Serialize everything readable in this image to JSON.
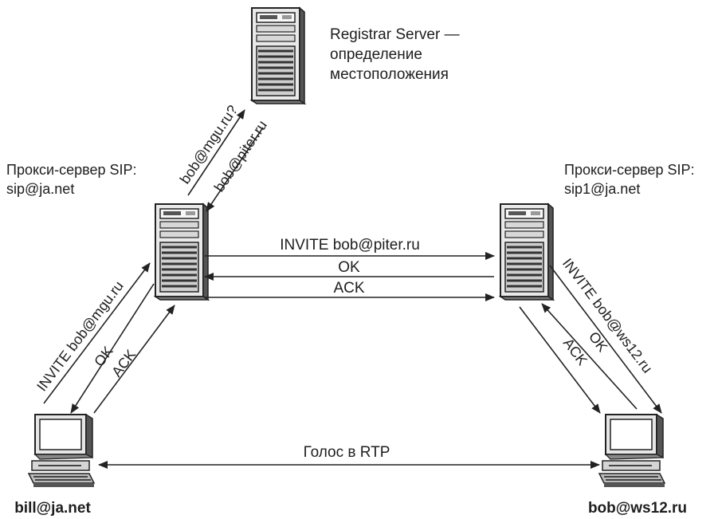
{
  "registrar": {
    "title": "Registrar Server —",
    "line2": "определение",
    "line3": "местоположения"
  },
  "proxy_left": {
    "line1": "Прокси-сервер SIP:",
    "line2": "sip@ja.net"
  },
  "proxy_right": {
    "line1": "Прокси-сервер SIP:",
    "line2": "sip1@ja.net"
  },
  "messages": {
    "query": "bob@mgu.ru?",
    "reply": "bob@piter.ru",
    "invite_proxy": "INVITE bob@piter.ru",
    "ok_proxy": "OK",
    "ack_proxy": "ACK",
    "invite_left": "INVITE bob@mgu.ru",
    "ok_left": "OK",
    "ack_left": "ACK",
    "invite_right": "INVITE bob@ws12.ru",
    "ok_right": "OK",
    "ack_right": "ACK",
    "voice": "Голос в RTP"
  },
  "clients": {
    "left": "bill@ja.net",
    "right": "bob@ws12.ru"
  }
}
